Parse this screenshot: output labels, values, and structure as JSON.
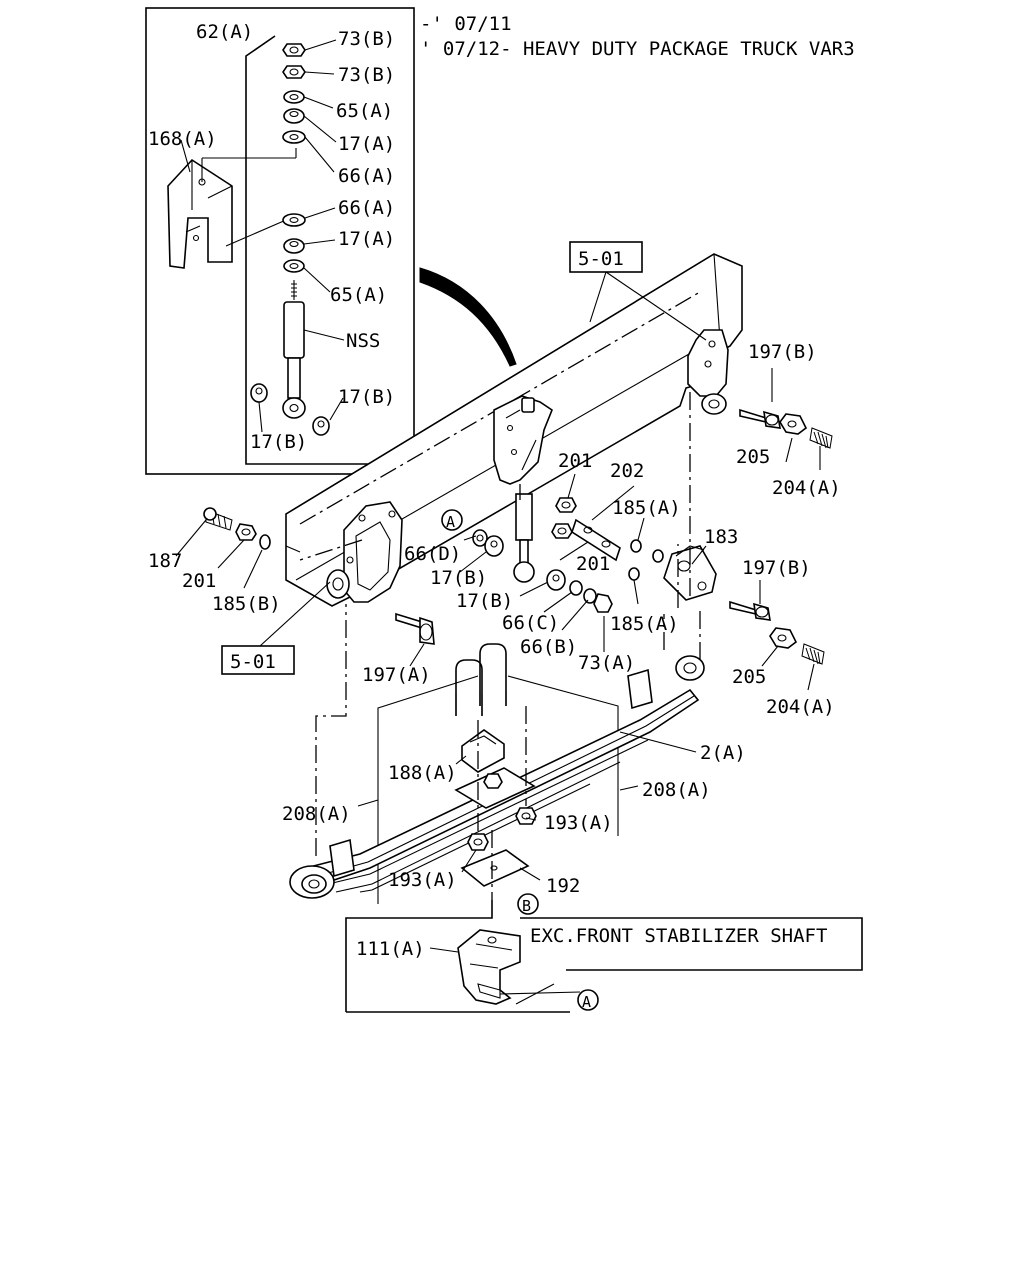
{
  "notes": {
    "line1": "-' 07/11",
    "line2": "' 07/12- HEAVY DUTY PACKAGE TRUCK VAR3",
    "stabilizer": "EXC.FRONT STABILIZER SHAFT"
  },
  "refs": {
    "ref_top": "5-01",
    "ref_left": "5-01",
    "circle_a1": "A",
    "circle_a2": "A",
    "circle_b": "B"
  },
  "callouts": {
    "c62a": "62(A)",
    "c73b_1": "73(B)",
    "c73b_2": "73(B)",
    "c65a_1": "65(A)",
    "c17a_1": "17(A)",
    "c168a": "168(A)",
    "c66a_1": "66(A)",
    "c66a_2": "66(A)",
    "c17a_2": "17(A)",
    "c65a_2": "65(A)",
    "cnss": "NSS",
    "c17b_1": "17(B)",
    "c17b_2": "17(B)",
    "c197b_1": "197(B)",
    "c205_1": "205",
    "c204a_1": "204(A)",
    "c201_1": "201",
    "c202": "202",
    "c185a_1": "185(A)",
    "c183": "183",
    "c197b_2": "197(B)",
    "c201_2": "201",
    "c187": "187",
    "c201_3": "201",
    "c185b": "185(B)",
    "c66d": "66(D)",
    "c17b_3": "17(B)",
    "c17b_4": "17(B)",
    "c66c": "66(C)",
    "c66b": "66(B)",
    "c185a_2": "185(A)",
    "c73a": "73(A)",
    "c205_2": "205",
    "c204a_2": "204(A)",
    "c197a": "197(A)",
    "c2a": "2(A)",
    "c188a": "188(A)",
    "c208a_1": "208(A)",
    "c208a_2": "208(A)",
    "c193a_1": "193(A)",
    "c193a_2": "193(A)",
    "c192": "192",
    "c111a": "111(A)"
  }
}
